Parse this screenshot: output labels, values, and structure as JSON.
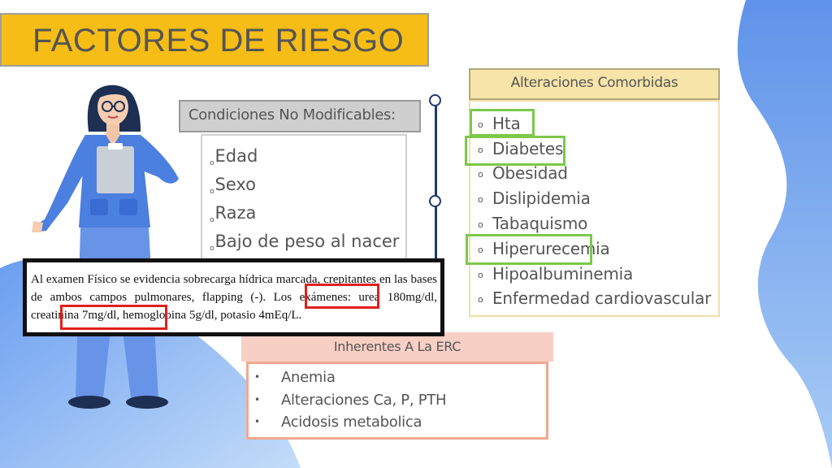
{
  "slide": {
    "title": "FACTORES DE RIESGO"
  },
  "condiciones": {
    "header": "Condiciones No Modificables:",
    "items": [
      "Edad",
      "Sexo",
      "Raza",
      "Bajo de peso al nacer"
    ],
    "bullet": "o"
  },
  "alteraciones": {
    "header": "Alteraciones Comorbidas",
    "bullet": "o",
    "items": [
      "Hta",
      "Diabetes",
      "Obesidad",
      "Dislipidemia",
      "Tabaquismo",
      "Hiperurecemia",
      "Hipoalbuminemia",
      "Enfermedad cardiovascular"
    ],
    "highlighted": [
      "Hta",
      "Diabetes",
      "Hiperurecemia"
    ]
  },
  "inherentes": {
    "header": "Inherentes A La ERC",
    "bullet": "•",
    "items": [
      "Anemia",
      "Alteraciones Ca, P, PTH",
      "Acidosis metabolica"
    ]
  },
  "examen": {
    "text": "Al examen Físico se evidencia sobrecarga hídrica marcada, crepitantes en las bases de ambos campos pulmonares, flapping (-). Los exámenes: urea 180mg/dl, creatinina 7mg/dl, hemoglobina 5g/dl, potasio 4mEq/L.",
    "highlighted": [
      "urea 180mg/dl",
      "hemoglobina 5g/dl"
    ]
  },
  "colors": {
    "title_bg": "#f6bd16",
    "blob_blue": "#6fa3f0",
    "highlight_green": "#7cc84a",
    "highlight_red": "#e0201c",
    "timeline_navy": "#1f3a6e"
  }
}
